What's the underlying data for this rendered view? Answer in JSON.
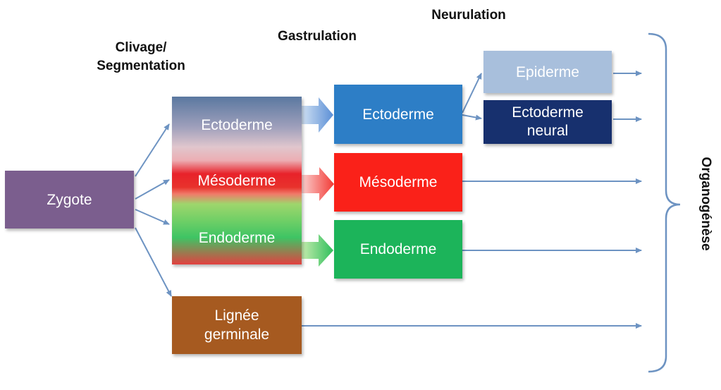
{
  "stages": {
    "clivage": "Clivage/\nSegmentation",
    "gastrulation": "Gastrulation",
    "neurulation": "Neurulation"
  },
  "boxes": {
    "zygote": "Zygote",
    "ecto1": "Ectoderme",
    "meso1": "Mésoderme",
    "endo1": "Endoderme",
    "lignee": "Lignée\ngerminale",
    "ecto2": "Ectoderme",
    "meso2": "Mésoderme",
    "endo2": "Endoderme",
    "epiderme": "Epiderme",
    "ectoneural": "Ectoderme\nneural"
  },
  "organogenese": "Organogénèse",
  "colors": {
    "zygote": "#7b5e8e",
    "ecto1_top": "#5d7ba0",
    "ecto1_bottom": "#e4c9cf",
    "meso1": "#e8222a",
    "endo1_top": "#94d46a",
    "endo1_bottom": "#e04040",
    "lignee": "#a65a20",
    "ecto2": "#2d7ec6",
    "meso2": "#fa2119",
    "endo2": "#1cb45a",
    "epiderme": "#a8bfdc",
    "ectoneural": "#17306e",
    "line": "#6d93c2"
  }
}
